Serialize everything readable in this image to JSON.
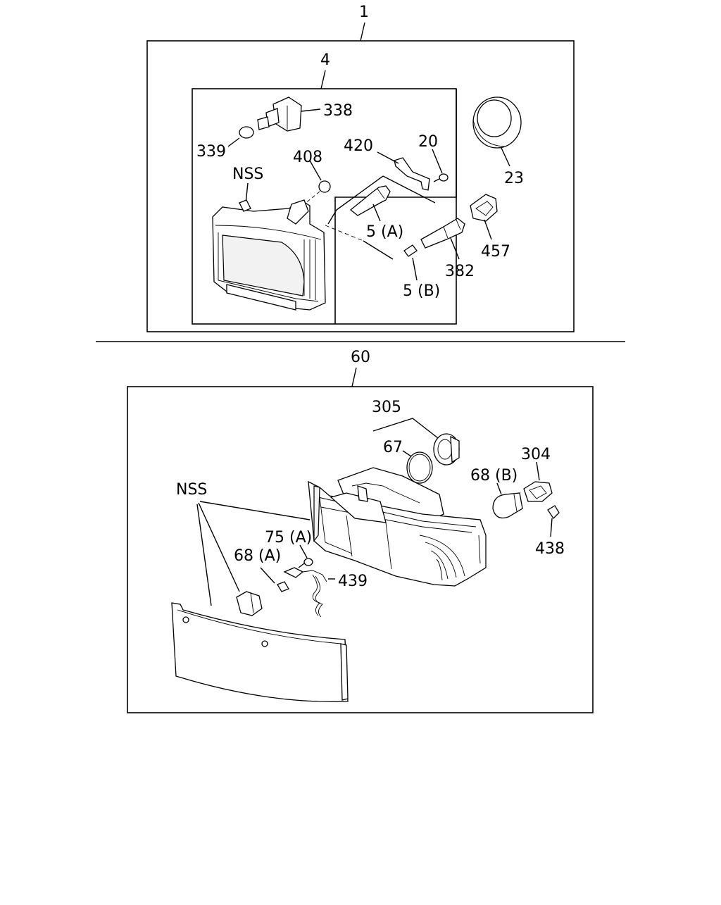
{
  "top": {
    "assembly_label": "1",
    "subassembly_label": "4",
    "labels": {
      "p338": "338",
      "p339": "339",
      "nss": "NSS",
      "p408": "408",
      "p420": "420",
      "p20": "20",
      "p23": "23",
      "p5a": "5 (A)",
      "p5b": "5 (B)",
      "p382": "382",
      "p457": "457"
    }
  },
  "bottom": {
    "assembly_label": "60",
    "labels": {
      "p305": "305",
      "p67": "67",
      "p304": "304",
      "p68b": "68 (B)",
      "p438": "438",
      "nss": "NSS",
      "p75a": "75 (A)",
      "p68a": "68 (A)",
      "p439": "439"
    }
  }
}
